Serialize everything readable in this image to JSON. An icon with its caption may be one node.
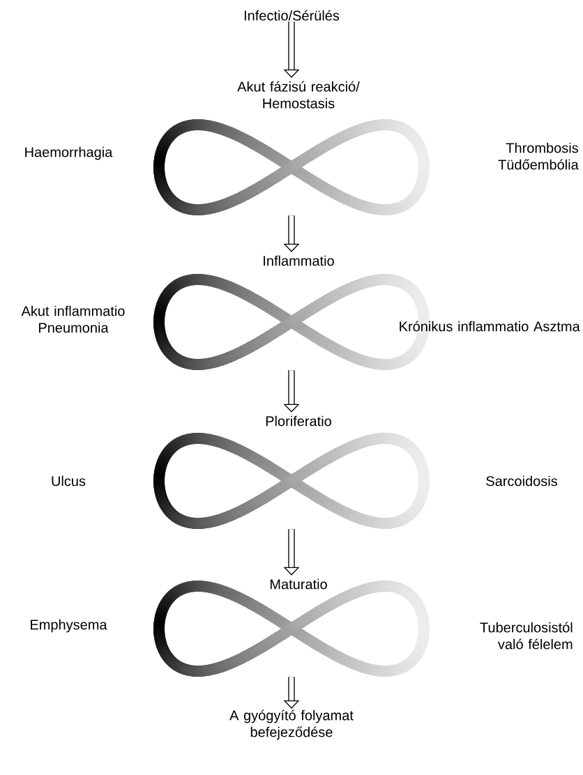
{
  "diagram": {
    "nodes": [
      {
        "text": [
          "Infectio/Sérülés"
        ]
      },
      {
        "text": [
          "Akut fázisú reakció/ Hemostasis"
        ]
      },
      {
        "text": [
          "Inflammatio"
        ]
      },
      {
        "text": [
          "Ploriferatio"
        ]
      },
      {
        "text": [
          "Maturatio"
        ]
      },
      {
        "text": [
          "A gyógyító folyamat befejeződése"
        ]
      }
    ],
    "edges": [
      {
        "from": 0,
        "to": 1,
        "arrow": "to"
      },
      {
        "from": 1,
        "to": 2,
        "arrow": "to"
      },
      {
        "from": 2,
        "to": 3,
        "arrow": "to"
      },
      {
        "from": 3,
        "to": 4,
        "arrow": "to"
      },
      {
        "from": 4,
        "to": 5,
        "arrow": "to"
      }
    ],
    "labels": [
      "Haemorrhagia",
      "Thrombosis Tüdőembólia",
      "Akut inflammatio Pneumonia",
      "Krónikus inflammatio Asztma",
      "Ulcus",
      "Sarcoidosis",
      "Emphysema",
      "Tuberculosistól való félelem"
    ]
  }
}
